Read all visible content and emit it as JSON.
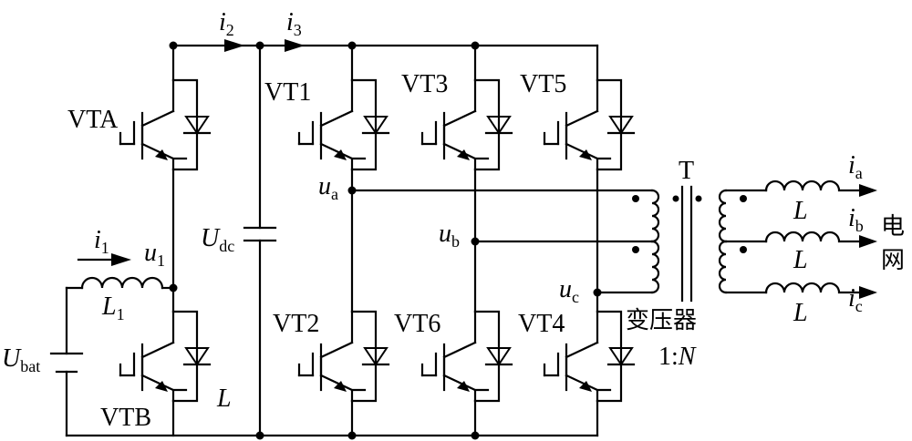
{
  "currents": {
    "i2": {
      "base": "i",
      "sub": "2"
    },
    "i3": {
      "base": "i",
      "sub": "3"
    },
    "i1": {
      "base": "i",
      "sub": "1"
    },
    "ia": {
      "base": "i",
      "sub": "a"
    },
    "ib": {
      "base": "i",
      "sub": "b"
    },
    "ic": {
      "base": "i",
      "sub": "c"
    }
  },
  "voltages": {
    "u1": {
      "base": "u",
      "sub": "1"
    },
    "ua": {
      "base": "u",
      "sub": "a"
    },
    "ub": {
      "base": "u",
      "sub": "b"
    },
    "uc": {
      "base": "u",
      "sub": "c"
    },
    "udc": {
      "base": "U",
      "sub": "dc"
    },
    "ubat": {
      "base": "U",
      "sub": "bat"
    }
  },
  "switches": {
    "vta": "VTA",
    "vtb": "VTB",
    "vt1": "VT1",
    "vt3": "VT3",
    "vt5": "VT5",
    "vt2": "VT2",
    "vt6": "VT6",
    "vt4": "VT4"
  },
  "inductors": {
    "l1": {
      "base": "L",
      "sub": "1"
    },
    "l_left": "L",
    "la": "L",
    "lb": "L",
    "lc": "L"
  },
  "transformer": {
    "name": "T",
    "label": "变压器",
    "ratio_prefix": "1:",
    "ratio_var": "N"
  },
  "grid": {
    "char1": "电",
    "char2": "网"
  }
}
